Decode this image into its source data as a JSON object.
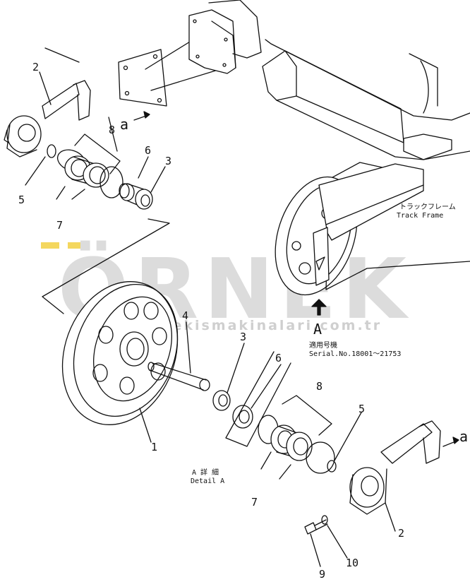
{
  "watermark": {
    "logo": "ÖRNEK",
    "url": "www.ornekismakinalari.com.tr",
    "accent_color": "#f4d75e"
  },
  "labels": {
    "track_frame_jp": "トラックフレーム",
    "track_frame_en": "Track Frame",
    "view_letter": "A",
    "view_a_upper": "a",
    "view_a_lower": "a",
    "serial_jp": "適用号機",
    "serial_en": "Serial.No.18001～21753",
    "detail_jp": "A 詳 細",
    "detail_en": "Detail A"
  },
  "callouts": {
    "top": {
      "p2": "2",
      "p8": "8",
      "p6": "6",
      "p3": "3",
      "p5": "5",
      "p7": "7"
    },
    "bottom": {
      "p4": "4",
      "p3": "3",
      "p6": "6",
      "p8": "8",
      "p5": "5",
      "p1": "1",
      "p7": "7",
      "p2": "2",
      "p9": "9",
      "p10": "10"
    }
  }
}
